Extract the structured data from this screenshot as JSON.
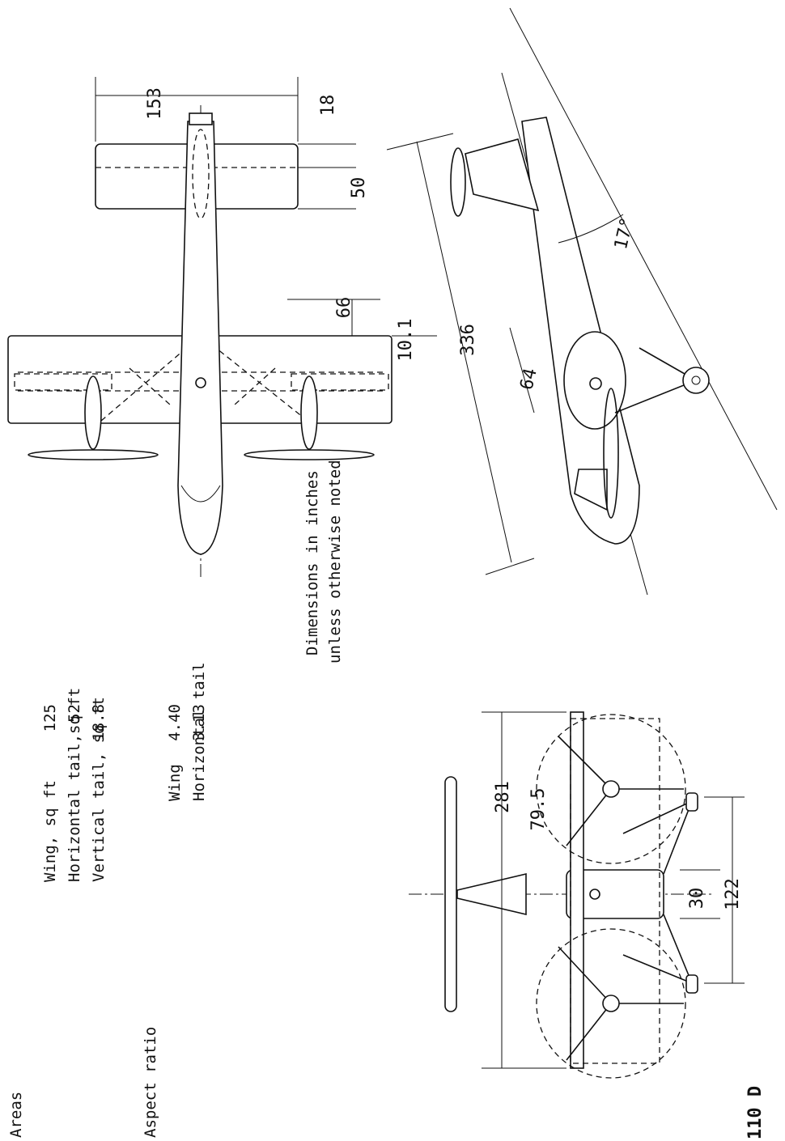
{
  "table": {
    "areas_heading": "Areas",
    "rows": [
      {
        "label": "Wing, sq ft",
        "value": "125"
      },
      {
        "label": "Horizontal tail,sq ft",
        "value": "52"
      },
      {
        "label": "Vertical tail, sq ft",
        "value": "18.8"
      }
    ],
    "aspect_heading": "Aspect ratio",
    "aspect_rows": [
      {
        "label": "Wing",
        "value": "4.40"
      },
      {
        "label": "Horizontal tail",
        "value": "3.13"
      }
    ]
  },
  "note": {
    "line1": "Dimensions in inches",
    "line2": "unless otherwise noted"
  },
  "plan_view": {
    "dim_tail_span": "153",
    "dim_tail_tip": "18",
    "dim_tail_chord": "50",
    "dim_aileron": "66",
    "dim_flap": "10.1"
  },
  "side_view": {
    "dim_length": "336",
    "dim_prop": "64",
    "dim_angle": "17°"
  },
  "front_view": {
    "dim_span": "281",
    "dim_prop_offset": "79.5",
    "dim_fuselage": "30",
    "dim_gear_track": "122",
    "dim_prop_diameter": "110 D"
  }
}
